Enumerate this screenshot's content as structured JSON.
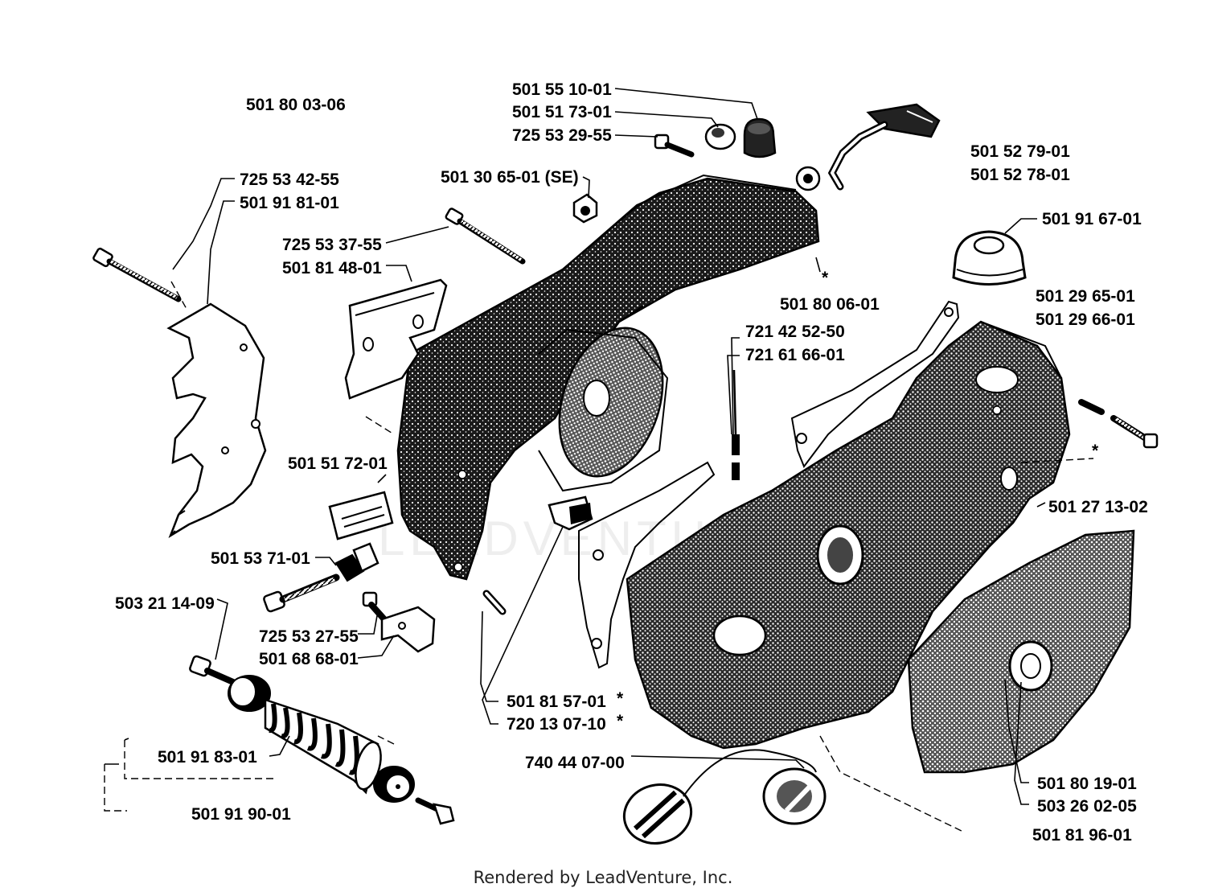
{
  "colors": {
    "ink": "#000000",
    "paper": "#ffffff",
    "credit": "#222222"
  },
  "labels": {
    "p501_80_03_06": "501 80 03-06",
    "p501_55_10_01": "501 55 10-01",
    "p501_51_73_01": "501 51 73-01",
    "p725_53_29_55": "725 53 29-55",
    "p501_30_65_01": "501 30 65-01 (SE)",
    "p501_52_79_01": "501 52 79-01",
    "p501_52_78_01": "501 52 78-01",
    "p725_53_42_55": "725 53 42-55",
    "p501_91_81_01": "501 91 81-01",
    "p725_53_37_55": "725 53 37-55",
    "p501_81_48_01": "501 81 48-01",
    "p501_91_67_01": "501 91 67-01",
    "p501_80_06_01": "501 80 06-01",
    "p501_29_65_01": "501 29 65-01",
    "p501_29_66_01": "501 29 66-01",
    "p721_42_52_50": "721 42 52-50",
    "p721_61_66_01": "721 61 66-01",
    "p501_51_72_01": "501 51 72-01",
    "p501_27_13_02": "501 27 13-02",
    "p501_53_71_01": "501 53 71-01",
    "p503_21_14_09": "503 21 14-09",
    "p725_53_27_55": "725 53 27-55",
    "p501_68_68_01": "501 68 68-01",
    "p501_81_57_01": "501 81 57-01",
    "p720_13_07_10": "720 13 07-10",
    "p501_91_83_01": "501 91 83-01",
    "p740_44_07_00": "740 44 07-00",
    "p501_80_19_01": "501 80 19-01",
    "p503_26_02_05": "503 26 02-05",
    "p501_91_90_01": "501 91 90-01",
    "p501_81_96_01": "501 81 96-01"
  },
  "markers": {
    "asterisk": "*"
  },
  "footer": {
    "credit": "Rendered by LeadVenture, Inc."
  },
  "watermark": {
    "text": "LEADVENTURE"
  }
}
